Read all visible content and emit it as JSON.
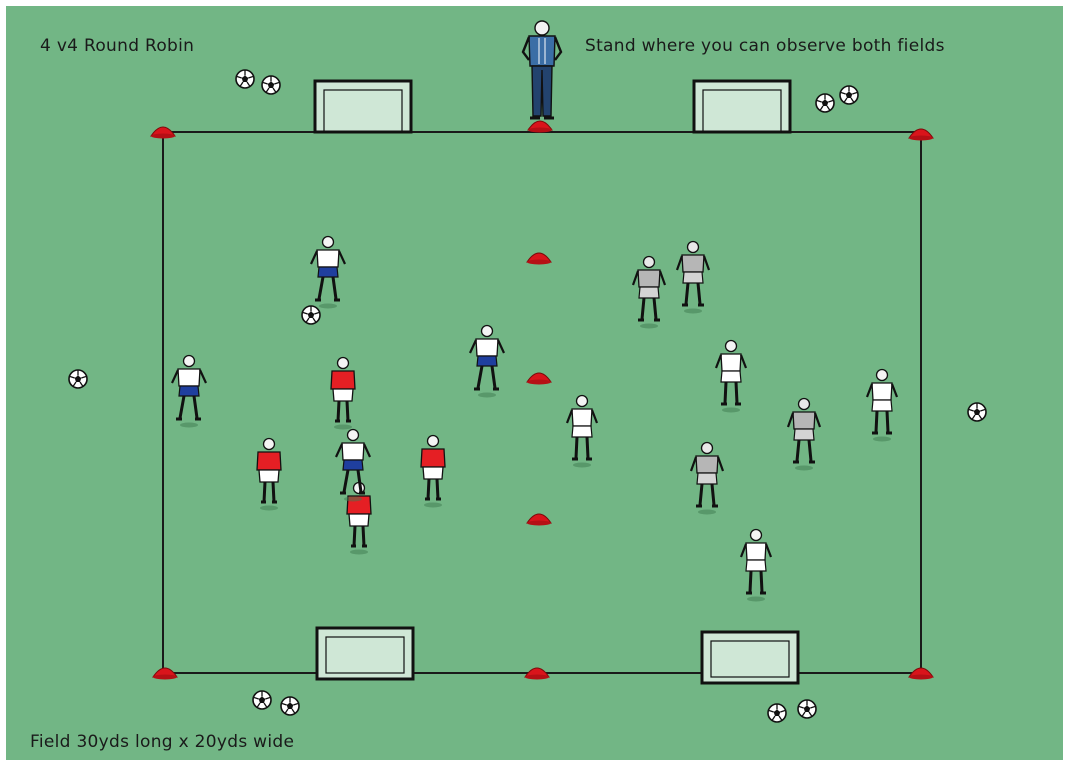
{
  "title": "4 v4 Round Robin",
  "coach_note": "Stand where you can observe both fields",
  "field_dimensions": "Field 30yds long x 20yds wide",
  "colors": {
    "grass": "#72b685",
    "line": "#1a1a1a",
    "cone": "#d9141b",
    "goal_fill": "#cfe7d6",
    "team_red_shirt": "#e51f24",
    "team_blue_shorts": "#1f3f9e",
    "team_grey_kit": "#b6b6b6",
    "coach_jacket": "#3b6ea6"
  },
  "legend": {
    "cones": "cone-icon",
    "balls": "soccer-ball-icon",
    "goals": "goal-icon",
    "coach": "coach-icon"
  }
}
